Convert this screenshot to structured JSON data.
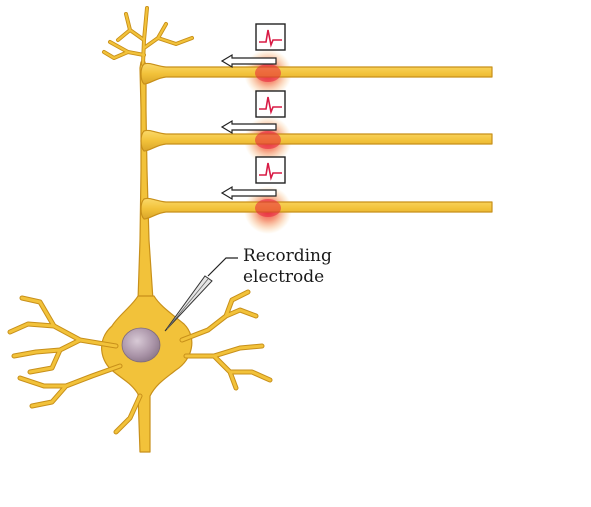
{
  "labels": {
    "electrode_line1": "Recording",
    "electrode_line2": "electrode"
  },
  "colors": {
    "neuron_fill": "#F2C23A",
    "neuron_stroke": "#C8901A",
    "nucleus": "#B5A2B0",
    "hotspot": "#E8203A",
    "trace": "#D81B45",
    "arrow_fill": "#ffffff",
    "arrow_stroke": "#222222"
  },
  "icons": [
    "action-potential-trace-icon",
    "left-arrow-icon",
    "recording-electrode-icon"
  ],
  "inputs_count": 3
}
